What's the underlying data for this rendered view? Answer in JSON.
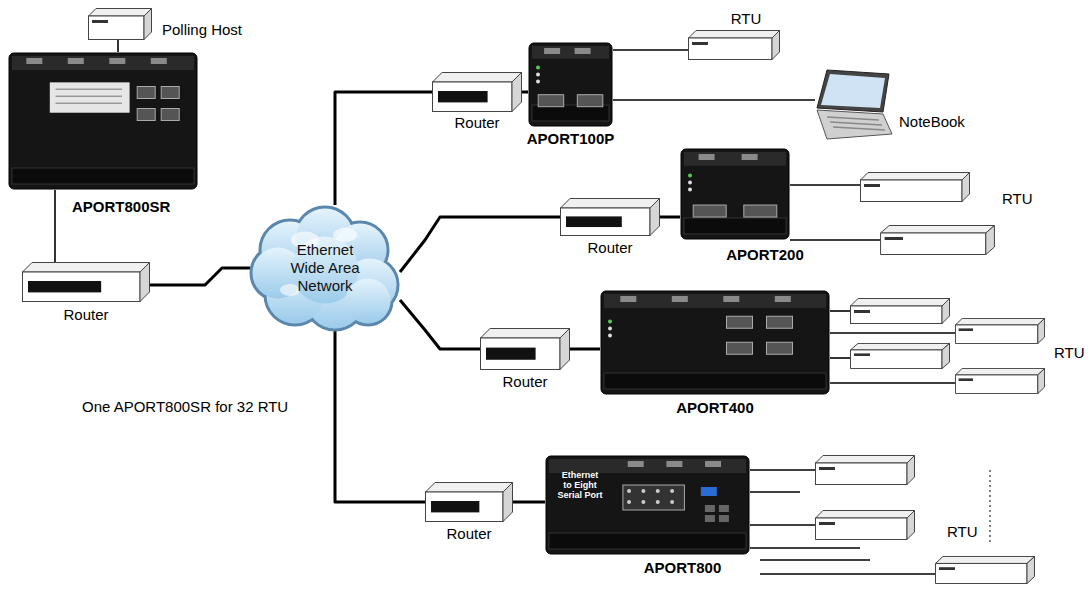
{
  "diagram": {
    "nodes": [
      {
        "text": [
          "Polling Host"
        ]
      },
      {
        "text": [
          "APORT800SR"
        ]
      },
      {
        "text": [
          "Router"
        ]
      },
      {
        "text": [
          "Ethernet Wide Area Network"
        ]
      },
      {
        "text": [
          "Router"
        ]
      },
      {
        "text": [
          "APORT100P"
        ]
      },
      {
        "text": [
          "RTU"
        ]
      },
      {
        "text": [
          "NoteBook"
        ]
      },
      {
        "text": [
          "Router"
        ]
      },
      {
        "text": [
          "APORT200"
        ]
      },
      {
        "text": [
          "RTU"
        ]
      },
      {
        "text": [
          "Router"
        ]
      },
      {
        "text": [
          "APORT400"
        ]
      },
      {
        "text": [
          "RTU"
        ]
      },
      {
        "text": [
          "Router"
        ]
      },
      {
        "text": [
          "APORT800",
          "Ethernet to Eight Serial Port"
        ]
      },
      {
        "text": [
          "RTU"
        ]
      }
    ],
    "edges": [
      {
        "from": 0,
        "to": 1,
        "arrow": "none"
      },
      {
        "from": 1,
        "to": 2,
        "arrow": "none"
      },
      {
        "from": 2,
        "to": 3,
        "arrow": "none"
      },
      {
        "from": 3,
        "to": 4,
        "arrow": "none"
      },
      {
        "from": 4,
        "to": 5,
        "arrow": "none"
      },
      {
        "from": 5,
        "to": 6,
        "arrow": "none"
      },
      {
        "from": 5,
        "to": 7,
        "arrow": "none"
      },
      {
        "from": 3,
        "to": 8,
        "arrow": "none"
      },
      {
        "from": 8,
        "to": 9,
        "arrow": "none"
      },
      {
        "from": 9,
        "to": 10,
        "arrow": "none"
      },
      {
        "from": 3,
        "to": 11,
        "arrow": "none"
      },
      {
        "from": 11,
        "to": 12,
        "arrow": "none"
      },
      {
        "from": 12,
        "to": 13,
        "arrow": "none"
      },
      {
        "from": 3,
        "to": 14,
        "arrow": "none"
      },
      {
        "from": 14,
        "to": 15,
        "arrow": "none"
      },
      {
        "from": 15,
        "to": 16,
        "arrow": "none"
      }
    ],
    "labels": [
      "One APORT800SR for 32 RTU"
    ]
  }
}
